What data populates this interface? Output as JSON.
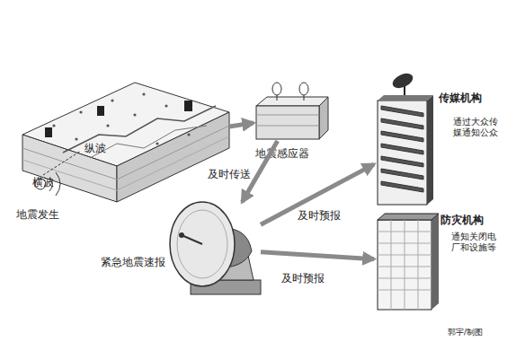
{
  "diagram": {
    "nodes": [
      {
        "text": [
          "地震发生"
        ]
      },
      {
        "text": [
          "地震感应器"
        ]
      },
      {
        "text": [
          "传媒机构",
          "通过大众传媒通知公众"
        ]
      },
      {
        "text": [
          "紧急地震速报"
        ]
      },
      {
        "text": [
          "防灾机构",
          "通知关闭电厂和设施等"
        ]
      }
    ],
    "edges": [
      {
        "from": 0,
        "to": 1,
        "arrow": "to"
      },
      {
        "from": 1,
        "to": 3,
        "label": "及时传送",
        "arrow": "to"
      },
      {
        "from": 3,
        "to": 2,
        "label": "及时预报",
        "arrow": "to"
      },
      {
        "from": 3,
        "to": 4,
        "label": "及时预报",
        "arrow": "to"
      }
    ],
    "labels": [
      "纵波",
      "横波",
      "郭宇/制图"
    ]
  }
}
